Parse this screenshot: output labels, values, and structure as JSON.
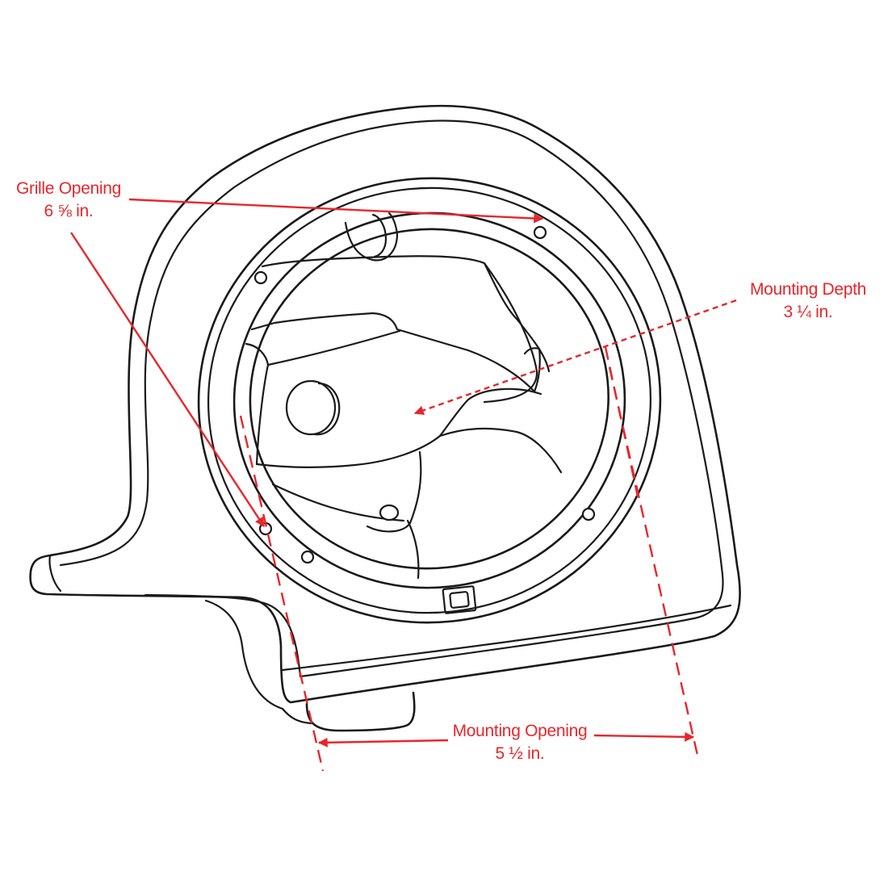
{
  "colors": {
    "outline": "#1a1a1a",
    "dimension": "#e8262b",
    "background": "#ffffff"
  },
  "labels": {
    "grille": {
      "line1": "Grille Opening",
      "line2": "6 ⅝ in."
    },
    "depth": {
      "line1": "Mounting Depth",
      "line2": "3 ¼ in."
    },
    "mounting": {
      "line1": "Mounting Opening",
      "line2": "5 ½ in."
    }
  }
}
